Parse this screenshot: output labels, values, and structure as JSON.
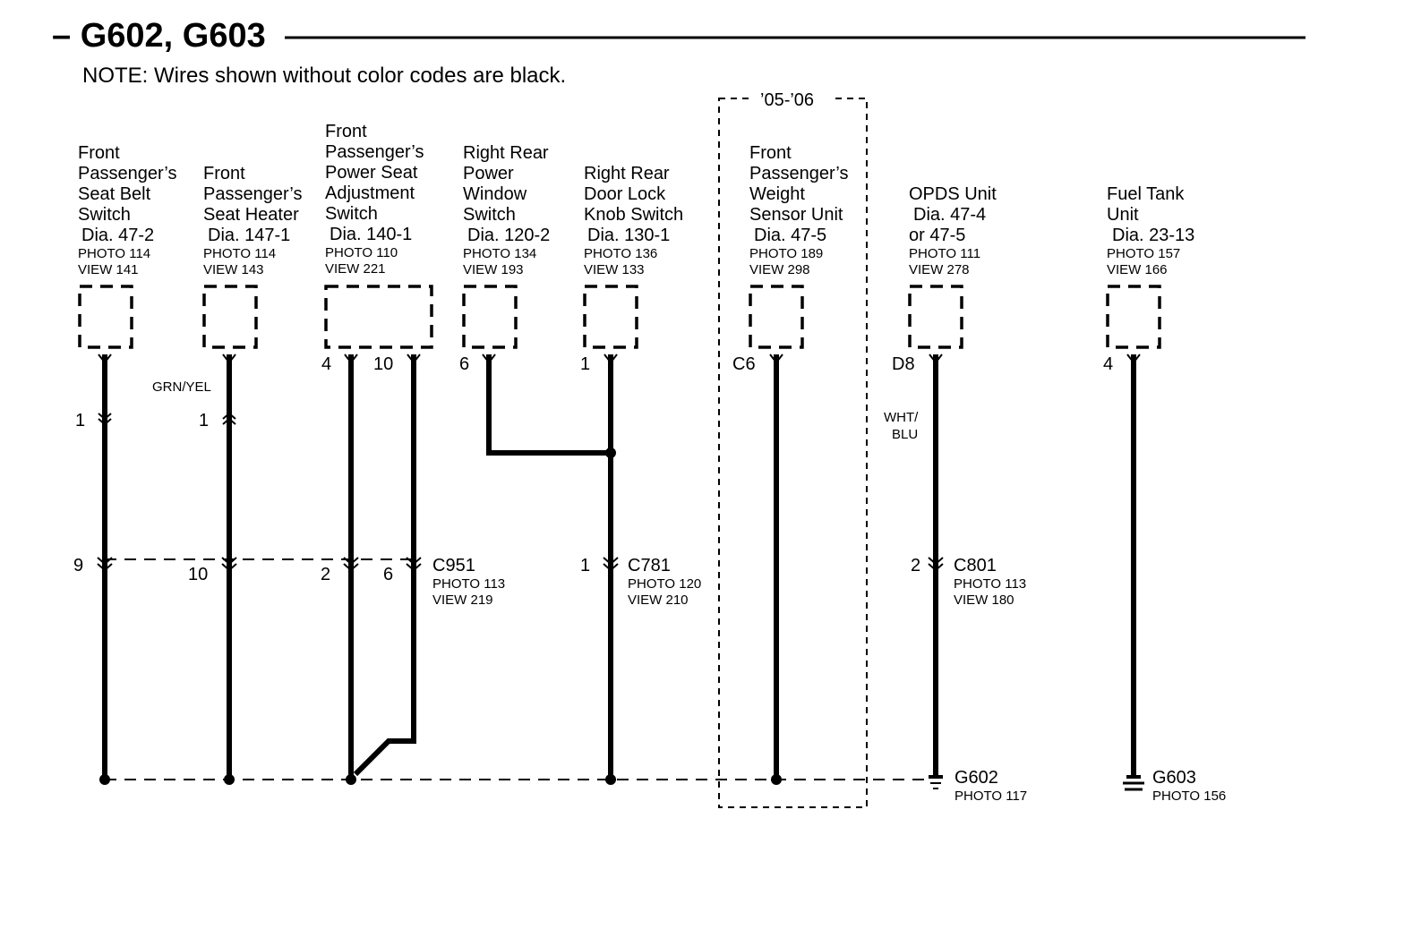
{
  "header": {
    "title": "– G602, G603",
    "note": "NOTE: Wires shown without color codes are black."
  },
  "year_range": "’05-’06",
  "components": [
    {
      "name_lines": [
        "Front",
        "Passenger’s",
        "Seat Belt",
        "Switch"
      ],
      "dia": "Dia.  47-2",
      "photo": "PHOTO 114",
      "view": "VIEW 141",
      "pins": [
        "1"
      ]
    },
    {
      "name_lines": [
        "Front",
        "Passenger’s",
        "Seat Heater"
      ],
      "dia": "Dia.  147-1",
      "photo": "PHOTO 114",
      "view": "VIEW 143",
      "pins": [
        "1"
      ]
    },
    {
      "name_lines": [
        "Front",
        "Passenger’s",
        "Power Seat",
        "Adjustment",
        "Switch"
      ],
      "dia": "Dia.  140-1",
      "photo": "PHOTO 110",
      "view": "VIEW 221",
      "pins": [
        "4",
        "10"
      ]
    },
    {
      "name_lines": [
        "Right Rear",
        "Power",
        "Window",
        "Switch"
      ],
      "dia": "Dia.  120-2",
      "photo": "PHOTO 134",
      "view": "VIEW 193",
      "pins": [
        "6"
      ]
    },
    {
      "name_lines": [
        "Right Rear",
        "Door Lock",
        "Knob Switch"
      ],
      "dia": "Dia.  130-1",
      "photo": "PHOTO 136",
      "view": "VIEW 133",
      "pins": [
        "1"
      ]
    },
    {
      "name_lines": [
        "Front",
        "Passenger’s",
        "Weight",
        "Sensor Unit"
      ],
      "dia": "Dia.  47-5",
      "photo": "PHOTO 189",
      "view": "VIEW 298",
      "pins": [
        "C6"
      ]
    },
    {
      "name_lines": [
        "OPDS Unit"
      ],
      "dia": "Dia.  47-4",
      "dia2": "or 47-5",
      "photo": "PHOTO 111",
      "view": "VIEW 278",
      "pins": [
        "D8"
      ]
    },
    {
      "name_lines": [
        "Fuel Tank",
        "Unit"
      ],
      "dia": "Dia.  23-13",
      "photo": "PHOTO 157",
      "view": "VIEW 166",
      "pins": [
        "4"
      ]
    }
  ],
  "wire_colors": {
    "seat_heater": "GRN/YEL",
    "opds_line1": "WHT/",
    "opds_line2": "BLU"
  },
  "inline_pins": {
    "seat_belt": "1",
    "seat_heater": "1"
  },
  "connectors": [
    {
      "id": "C951",
      "photo": "PHOTO 113",
      "view": "VIEW 219",
      "pins": [
        "9",
        "10",
        "2",
        "6"
      ]
    },
    {
      "id": "C781",
      "photo": "PHOTO 120",
      "view": "VIEW 210",
      "pins": [
        "1"
      ]
    },
    {
      "id": "C801",
      "photo": "PHOTO 113",
      "view": "VIEW 180",
      "pins": [
        "2"
      ]
    }
  ],
  "grounds": [
    {
      "id": "G602",
      "photo": "PHOTO 117"
    },
    {
      "id": "G603",
      "photo": "PHOTO 156"
    }
  ]
}
